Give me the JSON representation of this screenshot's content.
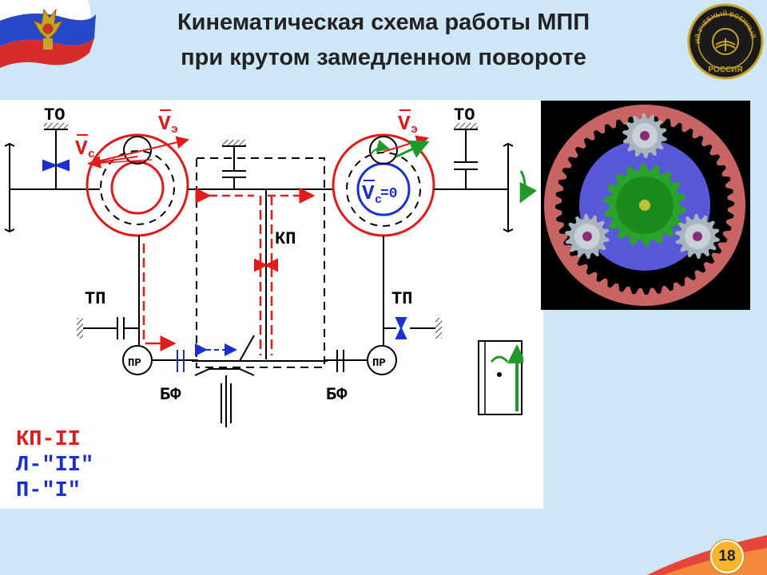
{
  "slide": {
    "title_line1": "Кинематическая схема работы МПП",
    "title_line2": "при крутом замедленном повороте",
    "page_number": "18"
  },
  "emblem": {
    "seal_text_top": "ОМСКИЙ УЧЕБНЫЙ ВОЕННЫЙ ЦЕНТР",
    "seal_text_bottom": "РОССИЯ"
  },
  "diagram": {
    "labels": {
      "to_left": "ТО",
      "to_right": "ТО",
      "tp_left": "ТП",
      "tp_right": "ТП",
      "bf_left": "БФ",
      "bf_right": "БФ",
      "pr_left": "ПР",
      "pr_right": "ПР",
      "kp": "КП",
      "v_e_left": "V",
      "v_e_left_sub": "э",
      "v_c_left": "V",
      "v_c_left_sub": "с",
      "v_e_right": "V",
      "v_e_right_sub": "э",
      "v_c_right": "V",
      "v_c_right_sub": "с",
      "v_c_right_eq": "=0"
    },
    "colors": {
      "red": "#e01b1b",
      "blue": "#1b2fd0",
      "green": "#1f9a2a",
      "black": "#000000"
    }
  },
  "legend": {
    "kp": "КП-II",
    "left": "Л-\"II\"",
    "right": "П-\"I\""
  }
}
